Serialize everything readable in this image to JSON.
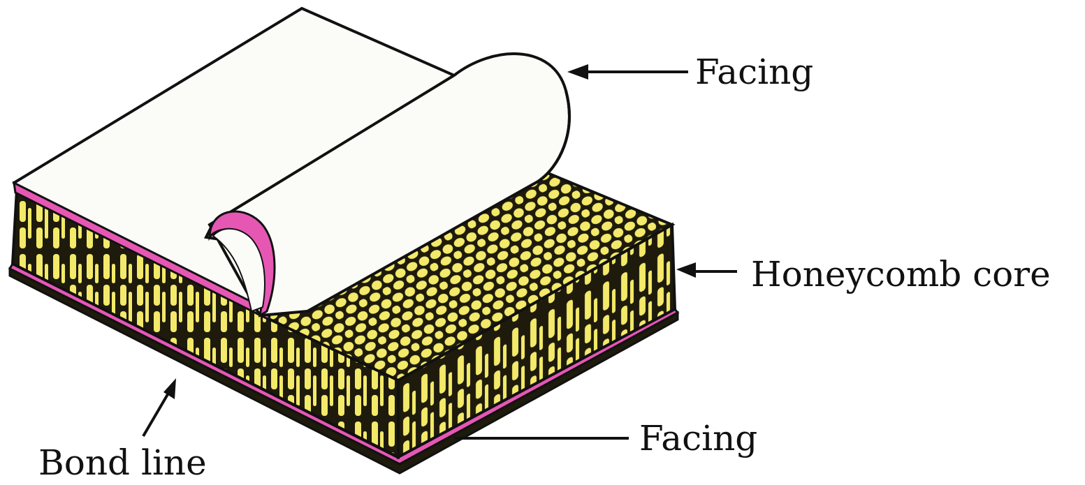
{
  "labels": {
    "facing_top": "Facing",
    "honeycomb_core": "Honeycomb core",
    "facing_bottom": "Facing",
    "bond_line": "Bond line"
  },
  "colors": {
    "facing_paper": "#fbfbf7",
    "core_yellow": "#f3e96a",
    "core_dark": "#1e1b0c",
    "bond_line": "#e657b4",
    "outline": "#111111"
  }
}
